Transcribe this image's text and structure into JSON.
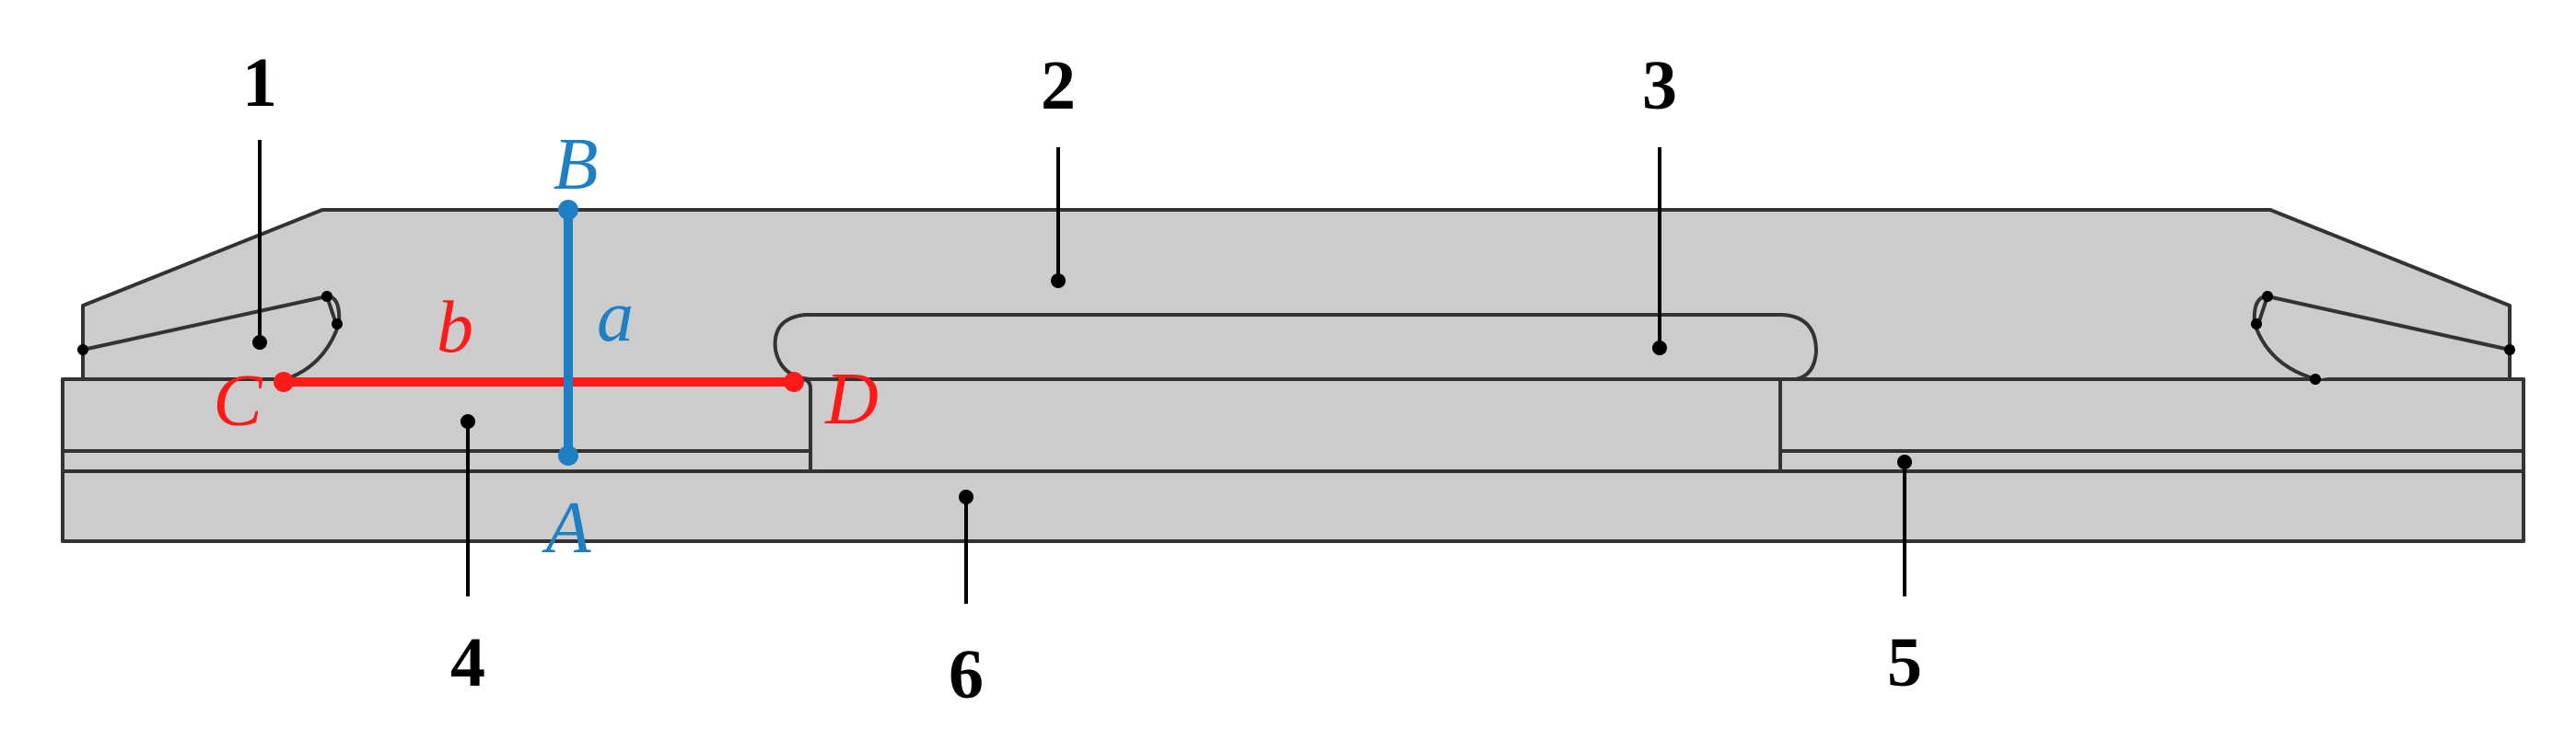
{
  "diagram": {
    "part_numbers": [
      "1",
      "2",
      "3",
      "4",
      "5",
      "6"
    ],
    "dimension_labels": {
      "a": "a",
      "b": "b"
    },
    "point_labels": {
      "A": "A",
      "B": "B",
      "C": "C",
      "D": "D"
    },
    "colors": {
      "part_fill": "#cccccc",
      "outline": "#333333",
      "dimension_a": "#1f7fc4",
      "dimension_b": "#ff1a1a"
    }
  }
}
